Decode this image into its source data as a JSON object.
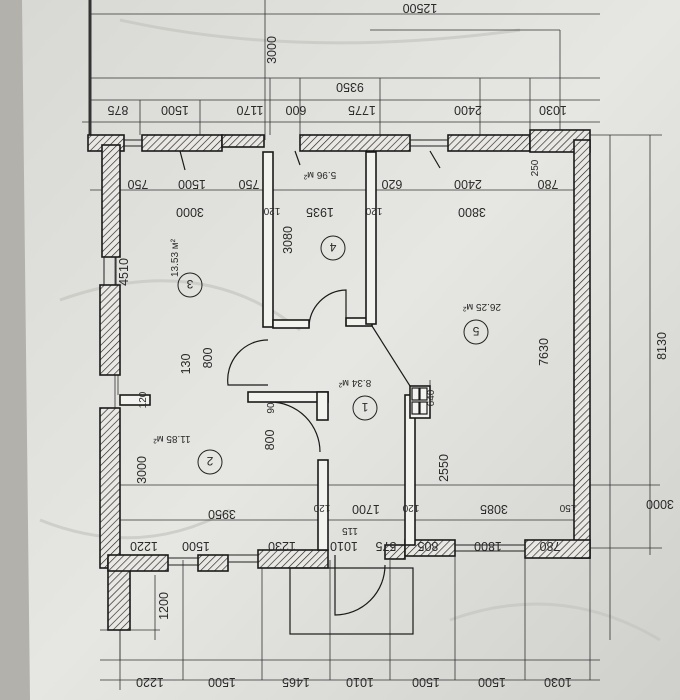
{
  "dimensions": {
    "top_overall": "12500",
    "top_left_vertical": "3000",
    "top_span": "9350",
    "top_segments": [
      "875",
      "1500",
      "1170",
      "600",
      "1775",
      "2400",
      "1030"
    ],
    "inner_top": [
      "750",
      "1500",
      "750",
      "120",
      "1935",
      "120",
      "620",
      "2400",
      "780"
    ],
    "inner_250": "250",
    "room3_width": "3000",
    "room5_width": "3800",
    "room4_height": "3080",
    "left_height": "4510",
    "door_130": "130",
    "door_800a": "800",
    "wall_120": "120",
    "door_800b": "800",
    "door_90": "90",
    "small_640": "640",
    "room5_height": "7630",
    "right_overall": "8130",
    "room2_height": "3000",
    "height_2550": "2550",
    "room2_width": "3950",
    "bottom_mid": [
      "120",
      "1700",
      "120",
      "3085",
      "150"
    ],
    "right_3000": "3000",
    "step_115": "115",
    "bottom_inner": [
      "1220",
      "1500",
      "1230",
      "1010",
      "575",
      "805",
      "1800",
      "780"
    ],
    "porch_1200": "1200",
    "bottom_segments": [
      "1220",
      "1500",
      "1465",
      "1010",
      "1500",
      "1500",
      "1030"
    ]
  },
  "rooms": [
    {
      "number": "1",
      "area": "8.34 м²"
    },
    {
      "number": "2",
      "area": "11.85 м²"
    },
    {
      "number": "3",
      "area": "13.53 м²"
    },
    {
      "number": "4",
      "area": "5.96 м²"
    },
    {
      "number": "5",
      "area": "26.25 м²"
    }
  ]
}
